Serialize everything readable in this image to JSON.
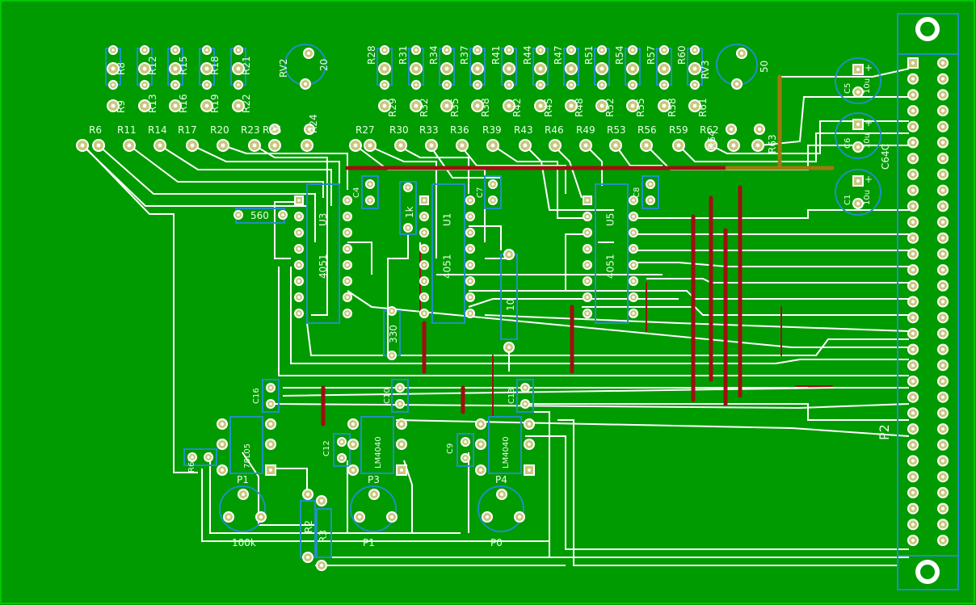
{
  "colors": {
    "board": "#009b00",
    "copper": "#ffffff",
    "jumper": "#9e1010",
    "mixed": "#9e7a10",
    "pad": "#c8c87a",
    "outline": "#2090c0",
    "silk": "#e8ffe8"
  },
  "top_resistors_left": [
    "R8",
    "R12",
    "R15",
    "R18",
    "R21"
  ],
  "mid_resistors_left": [
    "R9",
    "R13",
    "R16",
    "R19",
    "R22"
  ],
  "bottom_resistors_left": [
    "R6",
    "R11",
    "R14",
    "R17",
    "R20",
    "R23",
    "R25",
    "R24"
  ],
  "top_resistors_right": [
    "R28",
    "R31",
    "R34",
    "R37",
    "R41",
    "R44",
    "R47",
    "R51",
    "R54",
    "R57",
    "R60",
    "RV3"
  ],
  "mid_resistors_right": [
    "R29",
    "R32",
    "R35",
    "R38",
    "R42",
    "R45",
    "R48",
    "R52",
    "R55",
    "R58",
    "R61"
  ],
  "bottom_resistors_right": [
    "R27",
    "R30",
    "R33",
    "R36",
    "R39",
    "R43",
    "R46",
    "R49",
    "R53",
    "R56",
    "R59",
    "R62",
    "R64",
    "R63"
  ],
  "trimmers": [
    {
      "name": "RV2",
      "value": "20"
    },
    {
      "name": "RV3",
      "value": "50"
    }
  ],
  "ics": [
    {
      "ref": "U3",
      "part": "4051"
    },
    {
      "ref": "U1",
      "part": "4051"
    },
    {
      "ref": "U5",
      "part": "4051"
    }
  ],
  "parts": {
    "r560": "560",
    "r1k": "1k",
    "r10": "10",
    "r330": "330",
    "c4": "C4",
    "c7": "C7",
    "c8": "C8",
    "c16": "C16",
    "c10": "C10",
    "c13": "C13",
    "c12": "C12",
    "c9": "C9",
    "c1": "C1",
    "c5": "C5",
    "c6": "C6",
    "c_text": "C64C",
    "cap_val": "10u",
    "r2": "R2",
    "r3": "R3",
    "r65": "R65",
    "p2": "P2"
  },
  "regulators": [
    {
      "ic": "78L05",
      "pot": "P1",
      "knob": "100k"
    },
    {
      "ic": "LM4040",
      "pot": "P3",
      "knob": "P1"
    },
    {
      "ic": "LM4040",
      "pot": "P4",
      "knob": "P0"
    }
  ]
}
